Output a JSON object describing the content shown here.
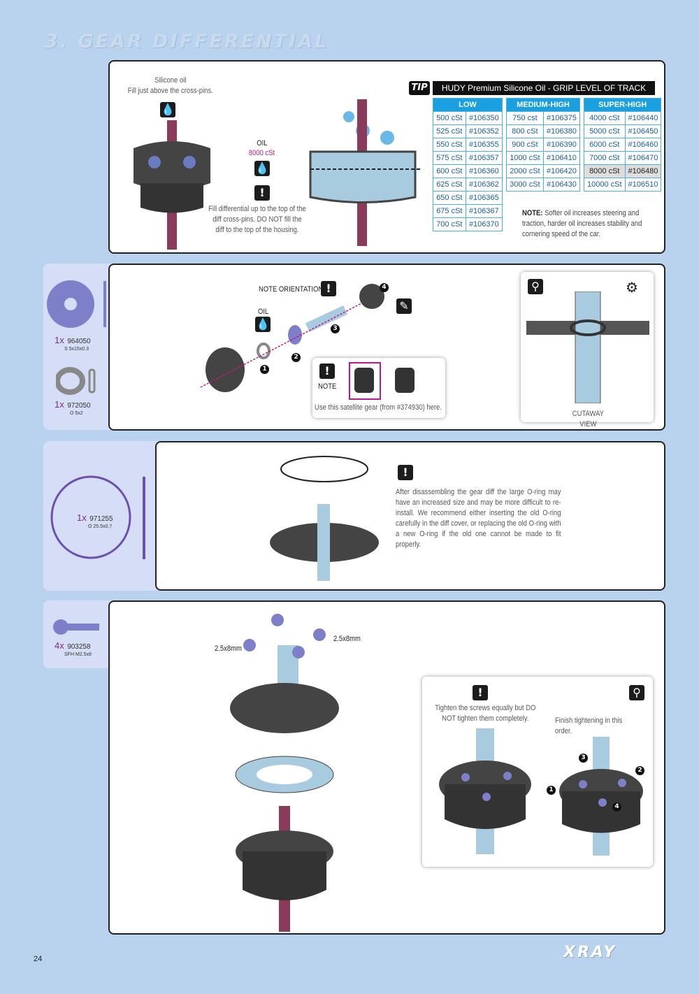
{
  "title": "3. GEAR DIFFERENTIAL",
  "page_number": "24",
  "brand": "XRAY",
  "step1": {
    "silicone_label": "Silicone oil\nFill just above the cross-pins.",
    "oil_label": "OIL",
    "oil_value": "8000 cSt",
    "fill_note": "Fill differential up to the top of the diff cross-pins. DO NOT fill the diff to the top of the housing.",
    "tip": "TIP",
    "table_title": "HUDY Premium Silicone Oil - GRIP LEVEL OF TRACK",
    "columns": [
      "LOW",
      "MEDIUM-HIGH",
      "SUPER-HIGH"
    ],
    "low": [
      [
        "500 cSt",
        "#106350"
      ],
      [
        "525 cSt",
        "#106352"
      ],
      [
        "550 cSt",
        "#106355"
      ],
      [
        "575 cSt",
        "#106357"
      ],
      [
        "600 cSt",
        "#106360"
      ],
      [
        "625 cSt",
        "#106362"
      ],
      [
        "650 cSt",
        "#106365"
      ],
      [
        "675 cSt",
        "#106367"
      ],
      [
        "700 cSt",
        "#106370"
      ]
    ],
    "medium": [
      [
        "750 cst",
        "#106375"
      ],
      [
        "800 cSt",
        "#106380"
      ],
      [
        "900 cSt",
        "#106390"
      ],
      [
        "1000 cSt",
        "#106410"
      ],
      [
        "2000 cSt",
        "#106420"
      ],
      [
        "3000 cSt",
        "#106430"
      ]
    ],
    "super": [
      [
        "4000 cSt",
        "#106440"
      ],
      [
        "5000 cSt",
        "#106450"
      ],
      [
        "6000 cSt",
        "#106460"
      ],
      [
        "7000 cSt",
        "#106470"
      ],
      [
        "8000 cSt",
        "#106480"
      ],
      [
        "10000 cSt",
        "#106510"
      ]
    ],
    "note_label": "NOTE:",
    "note_text": "Softer oil increases steering and traction, harder oil increases stability and cornering speed of the car."
  },
  "step2": {
    "parts": [
      {
        "qty": "1x",
        "num": "964050",
        "desc": "S 5x15x0.3"
      },
      {
        "qty": "1x",
        "num": "972050",
        "desc": "O 5x2"
      }
    ],
    "note_orientation": "NOTE ORIENTATION",
    "oil": "OIL",
    "note": "NOTE",
    "satellite_text": "Use this satellite gear (from #374930) here.",
    "cutaway": "CUTAWAY VIEW",
    "nums": [
      "1",
      "2",
      "3",
      "4"
    ]
  },
  "step3": {
    "part": {
      "qty": "1x",
      "num": "971255",
      "desc": "O 25.5x0.7"
    },
    "text": "After disassembling the gear diff the large O-ring may have an increased size and may be more difficult to re-install. We recommend either inserting the old O-ring carefully in the diff cover, or replacing the old O-ring with a new O-ring if the old one cannot be made to fit properly."
  },
  "step4": {
    "part": {
      "qty": "4x",
      "num": "903258",
      "desc": "SFH M2.5x8"
    },
    "screw_left": "2.5x8mm",
    "screw_right": "2.5x8mm",
    "tighten": "Tighten the screws equally but DO NOT tighten them completely.",
    "finish": "Finish tightening in this order.",
    "nums": [
      "1",
      "2",
      "3",
      "4"
    ]
  },
  "colors": {
    "accent": "#1aa0e0",
    "purple": "#7a2a8a",
    "background": "#b9d3ee"
  }
}
